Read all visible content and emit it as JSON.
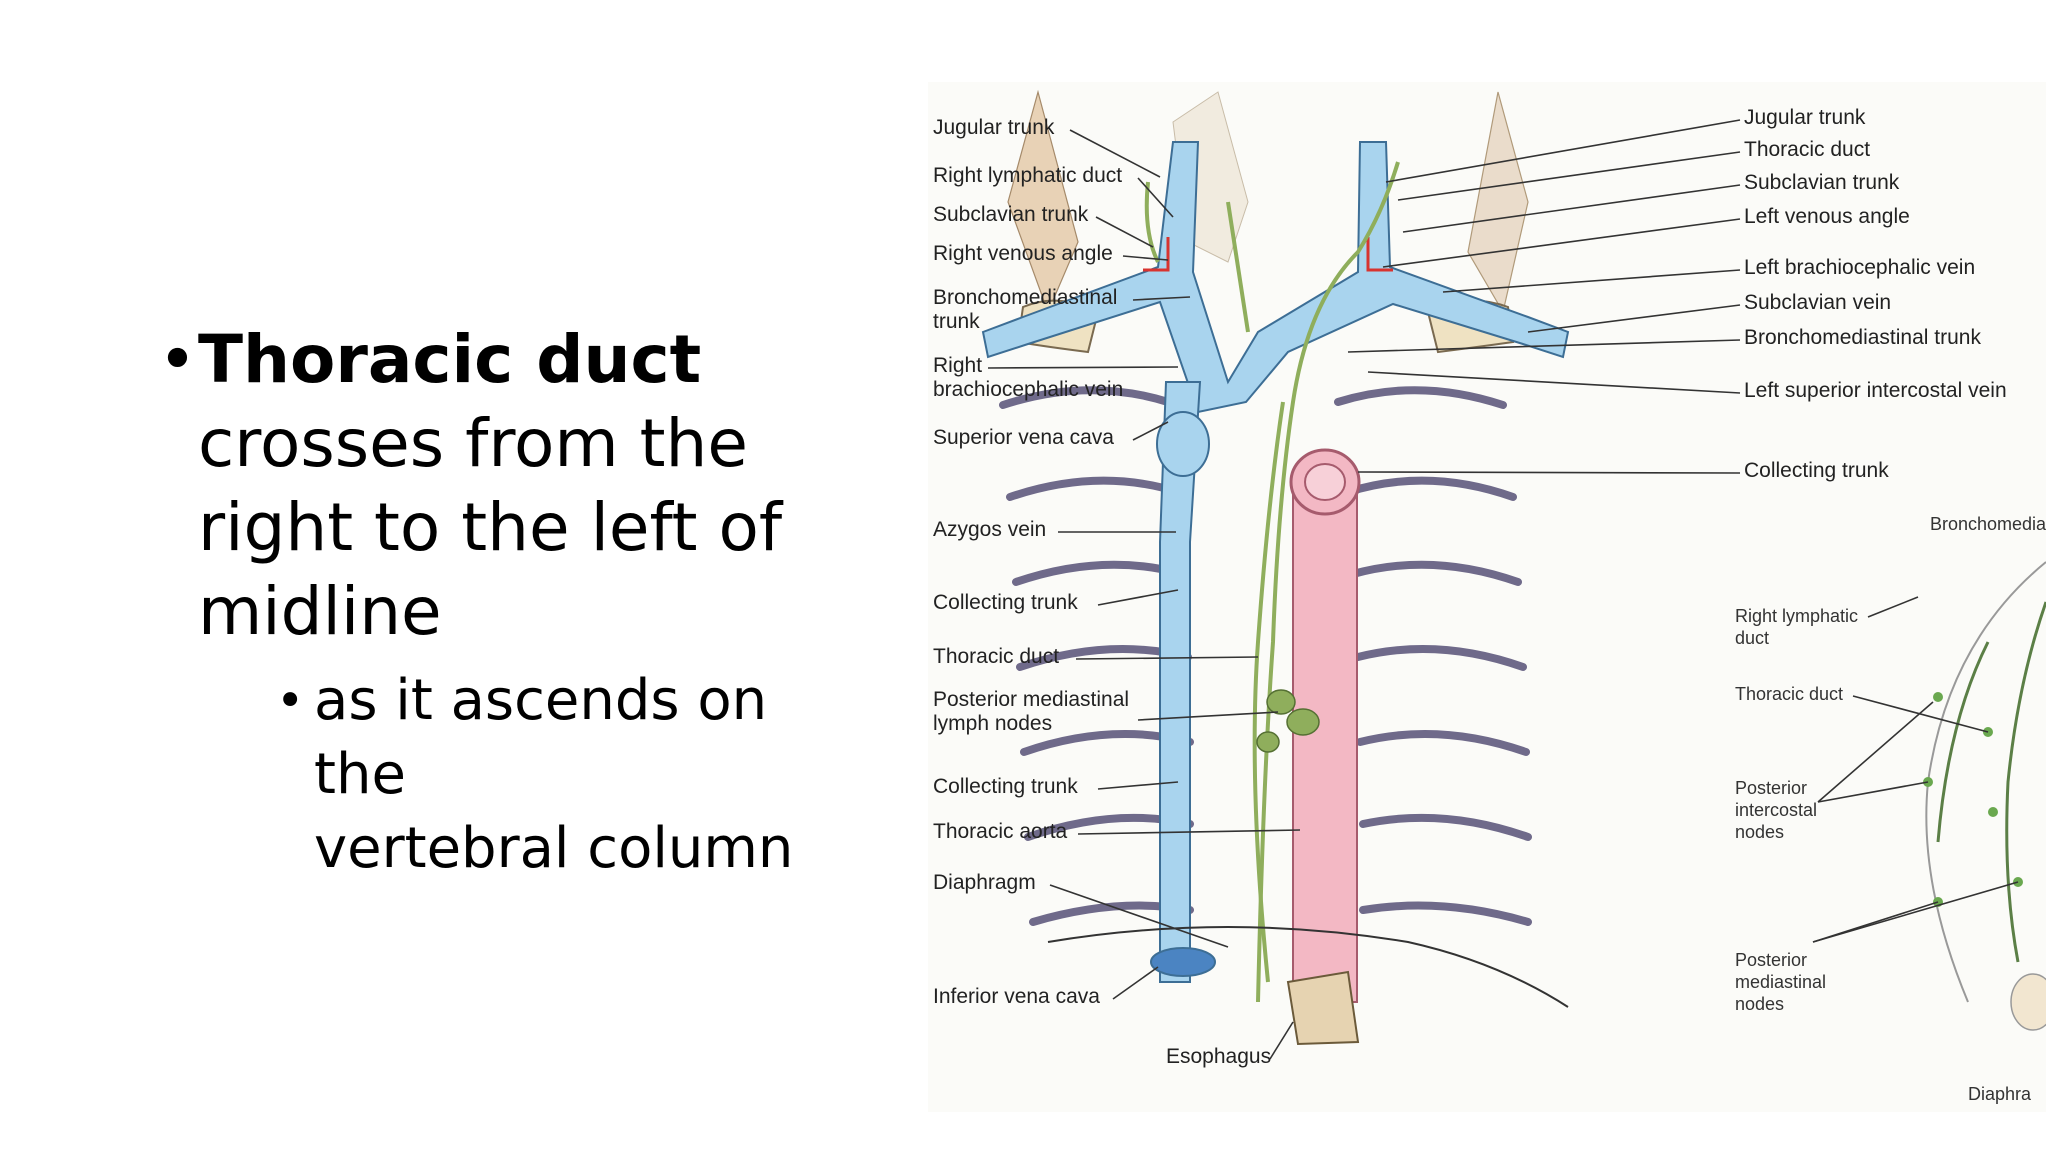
{
  "bullets": {
    "main_bold": "Thoracic duct",
    "main_rest_1": "crosses from the",
    "main_rest_2": "right to the left of",
    "main_rest_3": "midline",
    "sub_1": "as it ascends on the",
    "sub_2": "vertebral column",
    "bullet_glyph": "•"
  },
  "figure": {
    "left_labels": {
      "jugular_trunk": "Jugular trunk",
      "right_lymphatic_duct": "Right lymphatic duct",
      "subclavian_trunk": "Subclavian trunk",
      "right_venous_angle": "Right venous angle",
      "bronchomediastinal_1": "Bronchomediastinal",
      "bronchomediastinal_2": "trunk",
      "right_brachio_1": "Right",
      "right_brachio_2": "brachiocephalic vein",
      "superior_vena_cava": "Superior vena cava",
      "azygos_vein": "Azygos vein",
      "collecting_trunk_1": "Collecting trunk",
      "thoracic_duct": "Thoracic duct",
      "posterior_mediastinal_1": "Posterior mediastinal",
      "posterior_mediastinal_2": "lymph nodes",
      "collecting_trunk_2": "Collecting trunk",
      "thoracic_aorta": "Thoracic aorta",
      "diaphragm": "Diaphragm",
      "inferior_vena_cava": "Inferior vena cava",
      "esophagus": "Esophagus"
    },
    "right_labels": {
      "jugular_trunk": "Jugular trunk",
      "thoracic_duct": "Thoracic duct",
      "subclavian_trunk": "Subclavian trunk",
      "left_venous_angle": "Left venous angle",
      "left_brachiocephalic_vein": "Left brachiocephalic vein",
      "subclavian_vein": "Subclavian vein",
      "bronchomediastinal_trunk": "Bronchomediastinal trunk",
      "left_superior_intercostal_vein": "Left superior intercostal vein",
      "collecting_trunk": "Collecting trunk"
    },
    "inset_labels": {
      "bronchomedia": "Bronchomedia",
      "right_lymphatic_1": "Right lymphatic",
      "right_lymphatic_2": "duct",
      "thoracic_duct": "Thoracic duct",
      "posterior_intercostal_1": "Posterior",
      "posterior_intercostal_2": "intercostal",
      "posterior_intercostal_3": "nodes",
      "posterior_mediastinal_1": "Posterior",
      "posterior_mediastinal_2": "mediastinal",
      "posterior_mediastinal_3": "nodes",
      "diaphra": "Diaphra"
    },
    "colors": {
      "vein_blue": "#a9d4ee",
      "aorta_pink": "#f3b8c4",
      "duct_green": "#8fae5c",
      "venous_angle_red": "#d8332f",
      "rib_purple": "#6f6a8a"
    }
  }
}
